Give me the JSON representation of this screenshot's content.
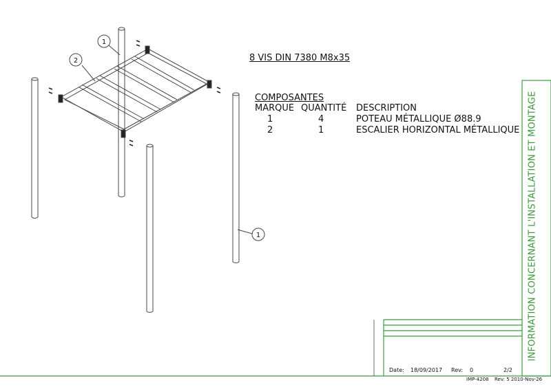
{
  "screws_note": "8 VIS DIN 7380 M8x35",
  "components": {
    "title": "COMPOSANTES",
    "headers": {
      "marque": "MARQUE",
      "quantite": "QUANTITÉ",
      "description": "DESCRIPTION"
    },
    "rows": [
      {
        "marque": "1",
        "quantite": "4",
        "description": "POTEAU MÉTALLIQUE Ø88.9"
      },
      {
        "marque": "2",
        "quantite": "1",
        "description": "ESCALIER HORIZONTAL MÉTALLIQUE"
      }
    ]
  },
  "callouts": {
    "post": "1",
    "ladder": "2",
    "post_lower": "1"
  },
  "side_title": "INFORMATION CONCERNANT L'INSTALLATION ET MONTAGE",
  "title_block": {
    "date_label": "Date:",
    "date_value": "18/09/2017",
    "rev_label": "Rev:",
    "rev_value": "0",
    "page": "2/2",
    "doc_number": "IMP-4208",
    "doc_rev": "Rev: 5  2010-Nov-26"
  },
  "colors": {
    "frame_green": "#3e9a3e",
    "line": "#444444"
  }
}
